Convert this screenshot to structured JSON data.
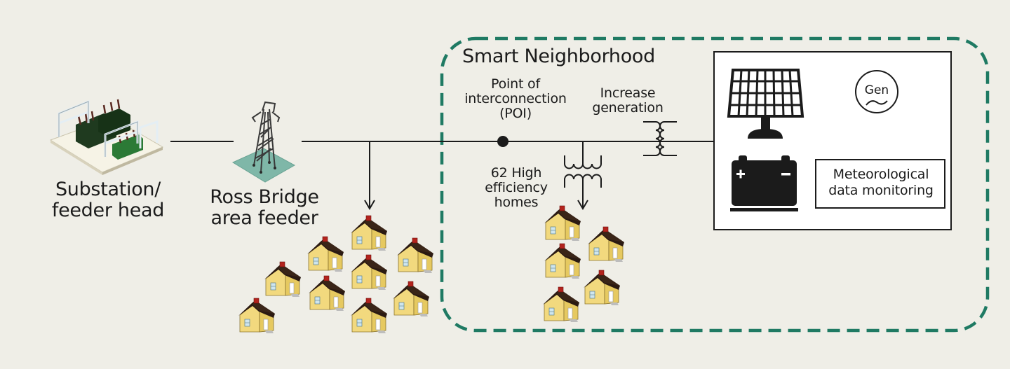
{
  "colors": {
    "background": "#efeee7",
    "boundary_dash": "#1f7a63",
    "line": "#1b1b1b",
    "house_wall": "#f0d77a",
    "house_roof": "#2a1a12",
    "house_chimney": "#b0201c",
    "tower_base": "#7fb7a8"
  },
  "labels": {
    "substation": [
      "Substation/",
      "feeder head"
    ],
    "feeder": [
      "Ross Bridge",
      "area feeder"
    ],
    "smart_neighborhood": "Smart Neighborhood",
    "poi": [
      "Point of",
      "interconnection",
      "(POI)"
    ],
    "increase_generation": [
      "Increase",
      "generation"
    ],
    "homes": [
      "62 High",
      "efficiency",
      "homes"
    ],
    "generator": "Gen",
    "meteorological": [
      "Meteorological",
      "data monitoring"
    ]
  },
  "icons": {
    "substation": "substation-icon",
    "tower": "transmission-tower-icon",
    "house": "house-icon",
    "solar": "solar-panel-icon",
    "battery": "battery-icon",
    "generator": "generator-icon",
    "transformer": "transformer-icon",
    "poi_node": "poi-node-icon"
  },
  "counts": {
    "feeder_houses_shown": 9,
    "smart_houses_shown": 5
  }
}
